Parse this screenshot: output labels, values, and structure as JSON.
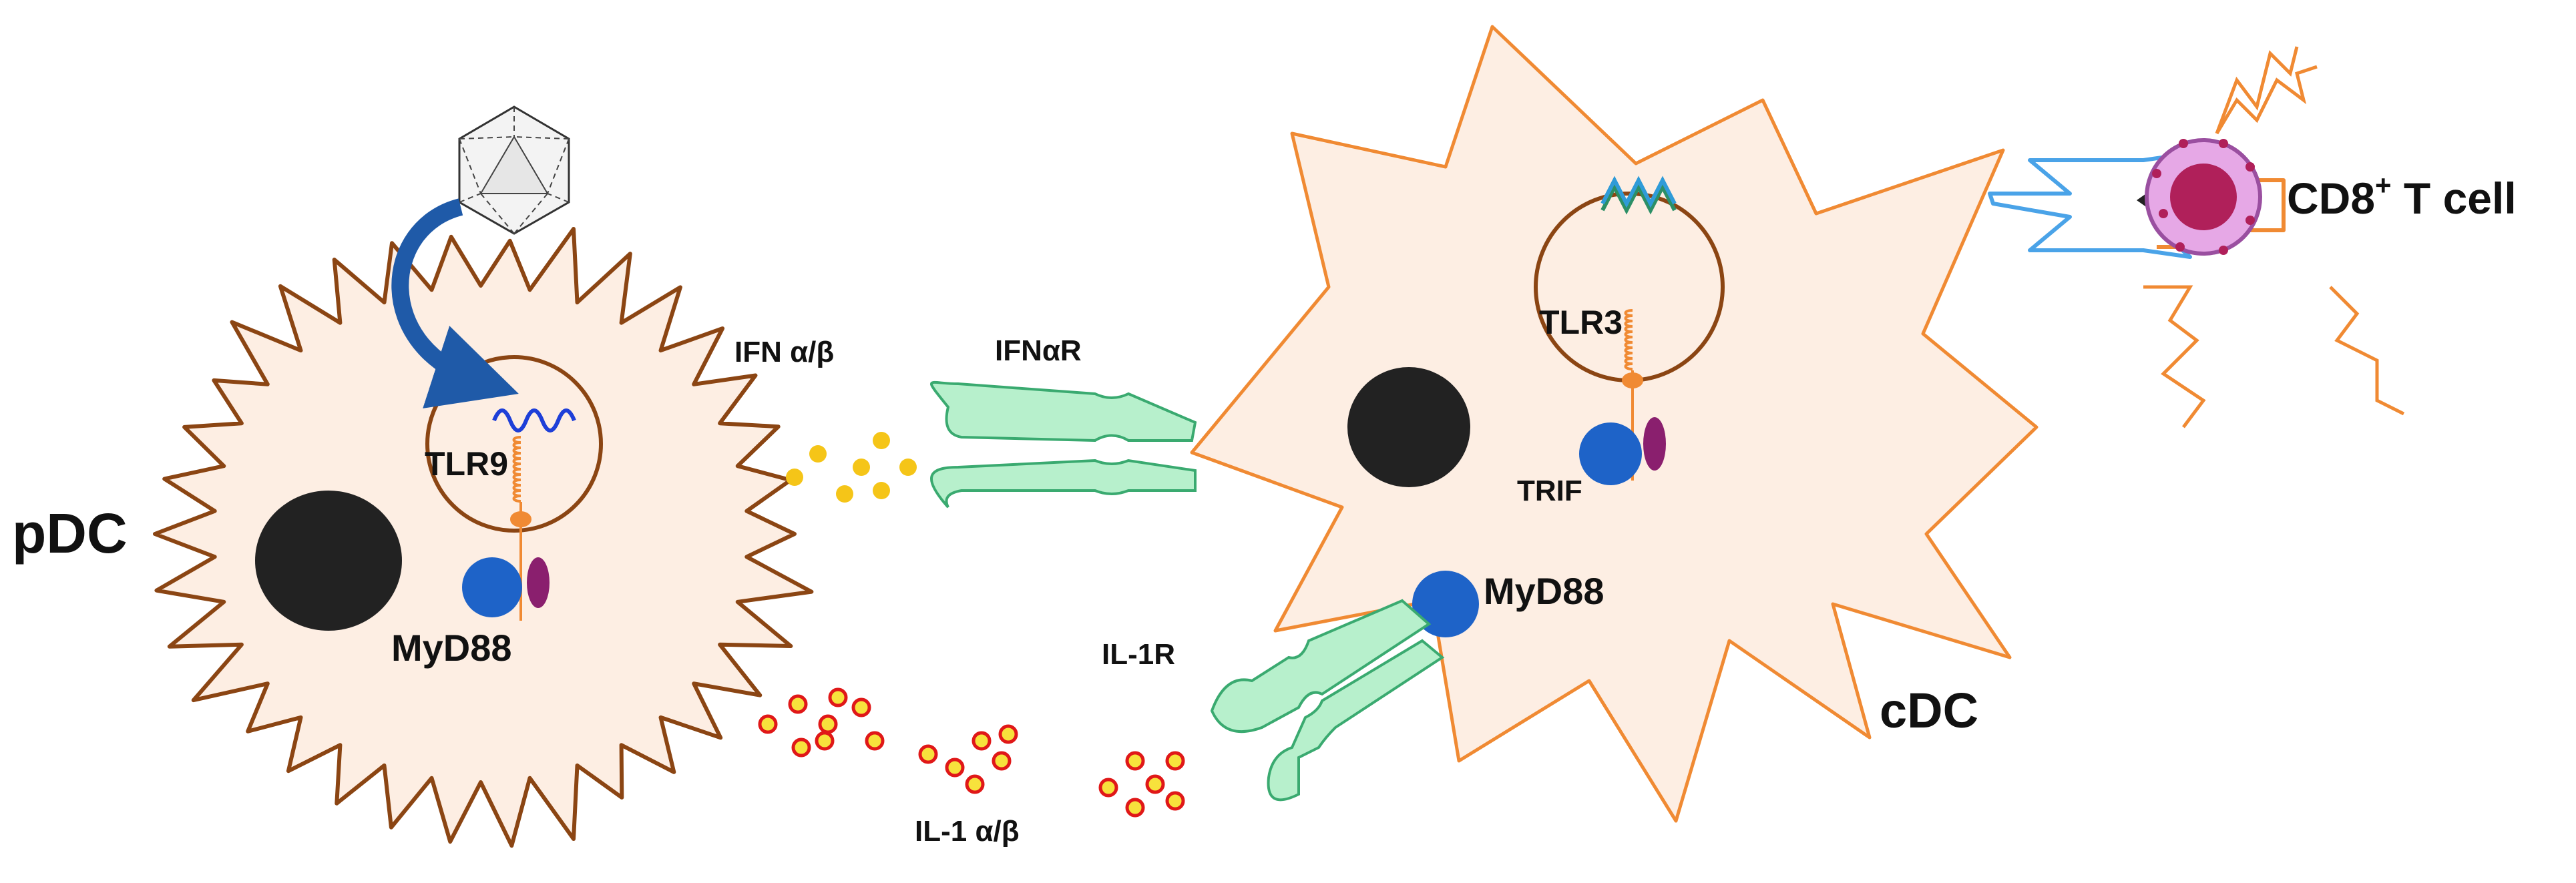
{
  "labels": {
    "pdc": "pDC",
    "cdc": "cDC",
    "cd8_prefix": "CD8",
    "cd8_sup": "+",
    "cd8_suffix": " T cell",
    "tlr9": "TLR9",
    "tlr3": "TLR3",
    "myd88_pdc": "MyD88",
    "myd88_cdc": "MyD88",
    "trif": "TRIF",
    "ifn": "IFN α/β",
    "ifnar": "IFNαR",
    "il1r": "IL-1R",
    "il1": "IL-1 α/β"
  },
  "colors": {
    "cell_fill": "#fdeee3",
    "pdc_outline": "#8b4513",
    "cdc_outline": "#f08a33",
    "nucleus": "#222222",
    "myd88": "#1e63c8",
    "adaptor": "#8a1f6e",
    "receptor_fill": "#b7f0cc",
    "receptor_stroke": "#3aaa70",
    "ifn_dot": "#f5c518",
    "il1_dot_fill": "#f7e23c",
    "il1_dot_stroke": "#e01818",
    "virus_arrow": "#1f5aa8",
    "tcr": "#f08a33",
    "mhc": "#4aa3e8",
    "tcell_ring": "#c878c8",
    "tcell_nucleus": "#b0205a"
  },
  "icons": [
    "virus-icosahedron-icon",
    "dna-icon",
    "dsrna-icon",
    "arrow-icon"
  ]
}
